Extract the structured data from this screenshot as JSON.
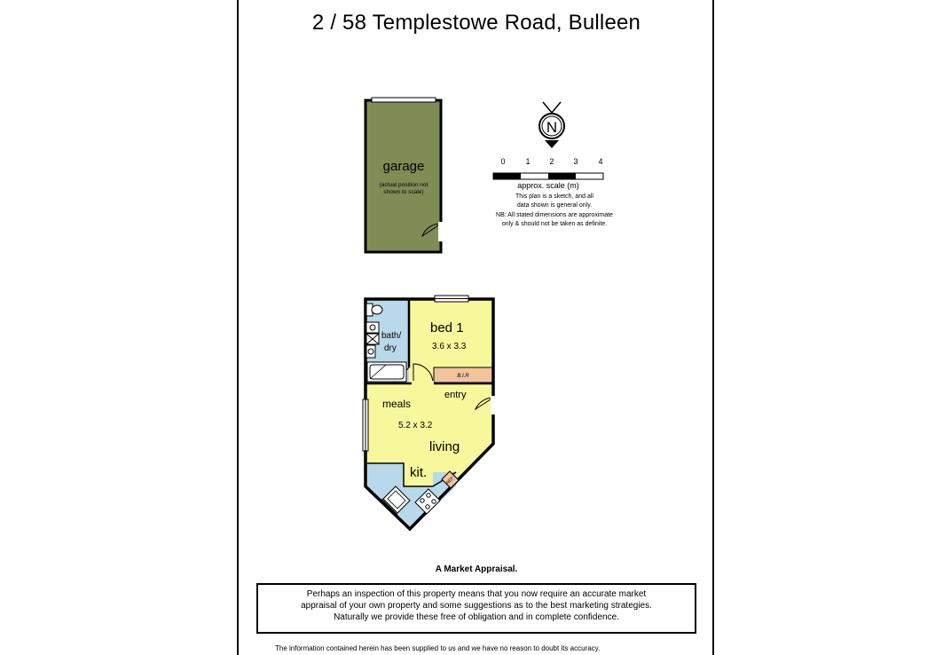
{
  "title": "2 / 58 Templestowe Road, Bulleen",
  "rooms": {
    "garage": {
      "label": "garage",
      "note_line1": "(actual position not",
      "note_line2": "shown to scale)"
    },
    "bed1": {
      "label": "bed 1",
      "dimensions": "3.6 x 3.3"
    },
    "bir": {
      "label": "B.I.R"
    },
    "bath": {
      "label_line1": "bath/",
      "label_line2": "dry"
    },
    "entry": {
      "label": "entry"
    },
    "meals": {
      "label": "meals",
      "dimensions": "5.2 x 3.2"
    },
    "living": {
      "label": "living"
    },
    "kitchen": {
      "label": "kit.",
      "fridge": "REF"
    }
  },
  "scale": {
    "ticks": [
      "0",
      "1",
      "2",
      "3",
      "4"
    ],
    "caption": "approx. scale (m)",
    "note_lines": [
      "This plan is a sketch, and all",
      "data shown is general only.",
      "NB: All stated dimensions are approximate",
      "only & should not be taken as definite."
    ],
    "north_letter": "N"
  },
  "appraisal": {
    "heading": "A Market Appraisal.",
    "lines": [
      "Perhaps an inspection of this property means that you now require an accurate market",
      "appraisal of your own property and some suggestions as to the best marketing strategies.",
      "Naturally we provide these free of obligation and in complete confidence."
    ]
  },
  "disclaimer": "The information contained herein has been supplied to us and we have no reason to doubt its accuracy.",
  "colors": {
    "room_fill": "#f7f79c",
    "wet_fill": "#b9d8ea",
    "garage_fill": "#7f8c55",
    "bir_fill": "#f2c49e",
    "wall": "#000000"
  }
}
